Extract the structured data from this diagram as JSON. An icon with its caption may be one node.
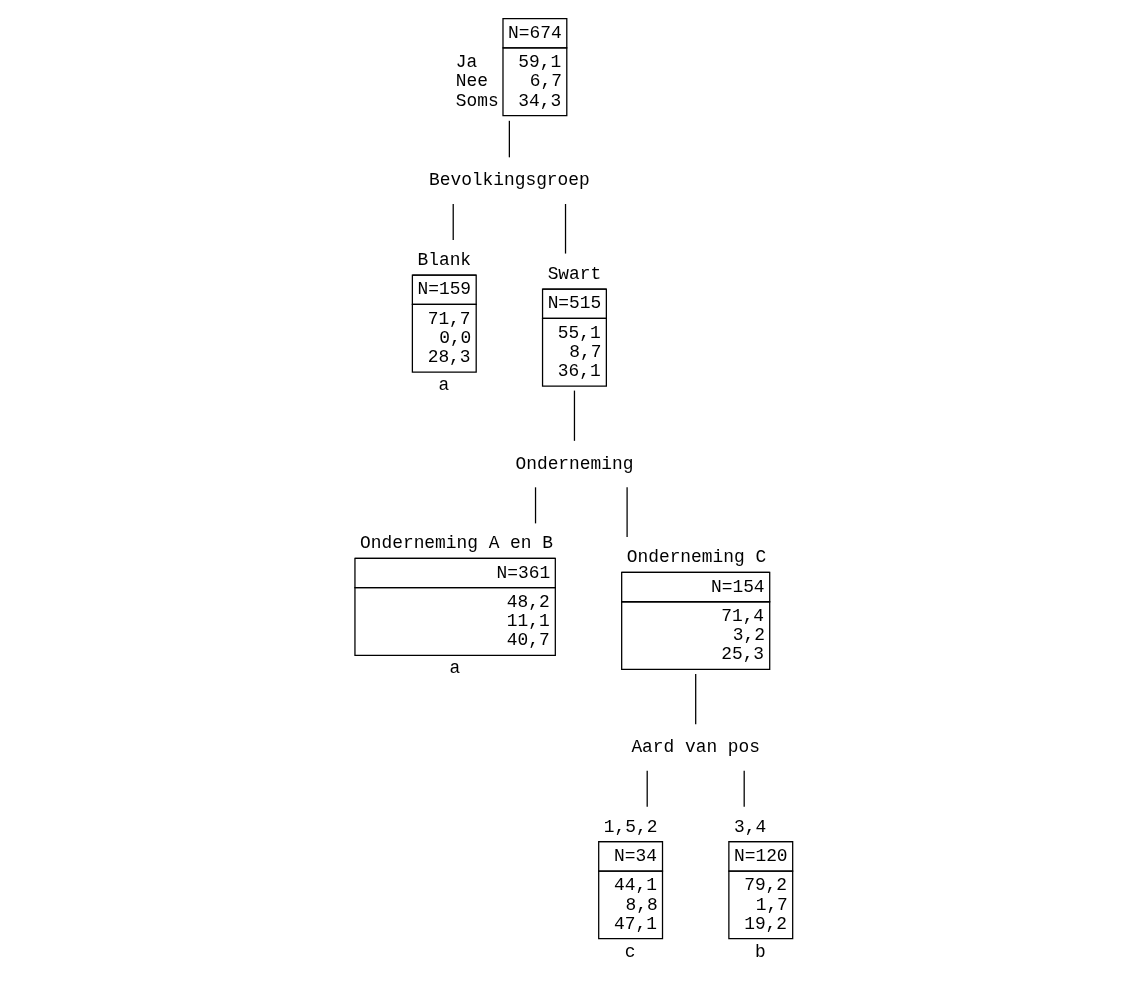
{
  "diagram": {
    "nodes": [
      {
        "text": [
          "N=674",
          "59,1",
          "6,7",
          "34,3"
        ],
        "beside": [
          "Ja",
          "Nee",
          "Soms"
        ]
      },
      {
        "text": [
          "Bevolkingsgroep"
        ]
      },
      {
        "text": [
          "Blank",
          "N=159",
          "71,7",
          "0,0",
          "28,3"
        ],
        "beside": [
          "a"
        ]
      },
      {
        "text": [
          "Swart",
          "N=515",
          "55,1",
          "8,7",
          "36,1"
        ]
      },
      {
        "text": [
          "Onderneming"
        ]
      },
      {
        "text": [
          "Onderneming A en B",
          "N=361",
          "48,2",
          "11,1",
          "40,7"
        ],
        "beside": [
          "a"
        ]
      },
      {
        "text": [
          "Onderneming C",
          "N=154",
          "71,4",
          "3,2",
          "25,3"
        ]
      },
      {
        "text": [
          "Aard van pos"
        ]
      },
      {
        "text": [
          "1,5,2",
          "N=34",
          "44,1",
          "8,8",
          "47,1"
        ],
        "beside": [
          "c"
        ]
      },
      {
        "text": [
          "3,4",
          "N=120",
          "79,2",
          "1,7",
          "19,2"
        ],
        "beside": [
          "b"
        ]
      }
    ],
    "edges": [
      {
        "from": 0,
        "to": 1,
        "arrow": "none"
      },
      {
        "from": 1,
        "to": 2,
        "arrow": "none"
      },
      {
        "from": 1,
        "to": 3,
        "arrow": "none"
      },
      {
        "from": 3,
        "to": 4,
        "arrow": "none"
      },
      {
        "from": 4,
        "to": 5,
        "arrow": "none"
      },
      {
        "from": 4,
        "to": 6,
        "arrow": "none"
      },
      {
        "from": 6,
        "to": 7,
        "arrow": "none"
      },
      {
        "from": 7,
        "to": 8,
        "arrow": "none"
      },
      {
        "from": 7,
        "to": 9,
        "arrow": "none"
      }
    ]
  }
}
